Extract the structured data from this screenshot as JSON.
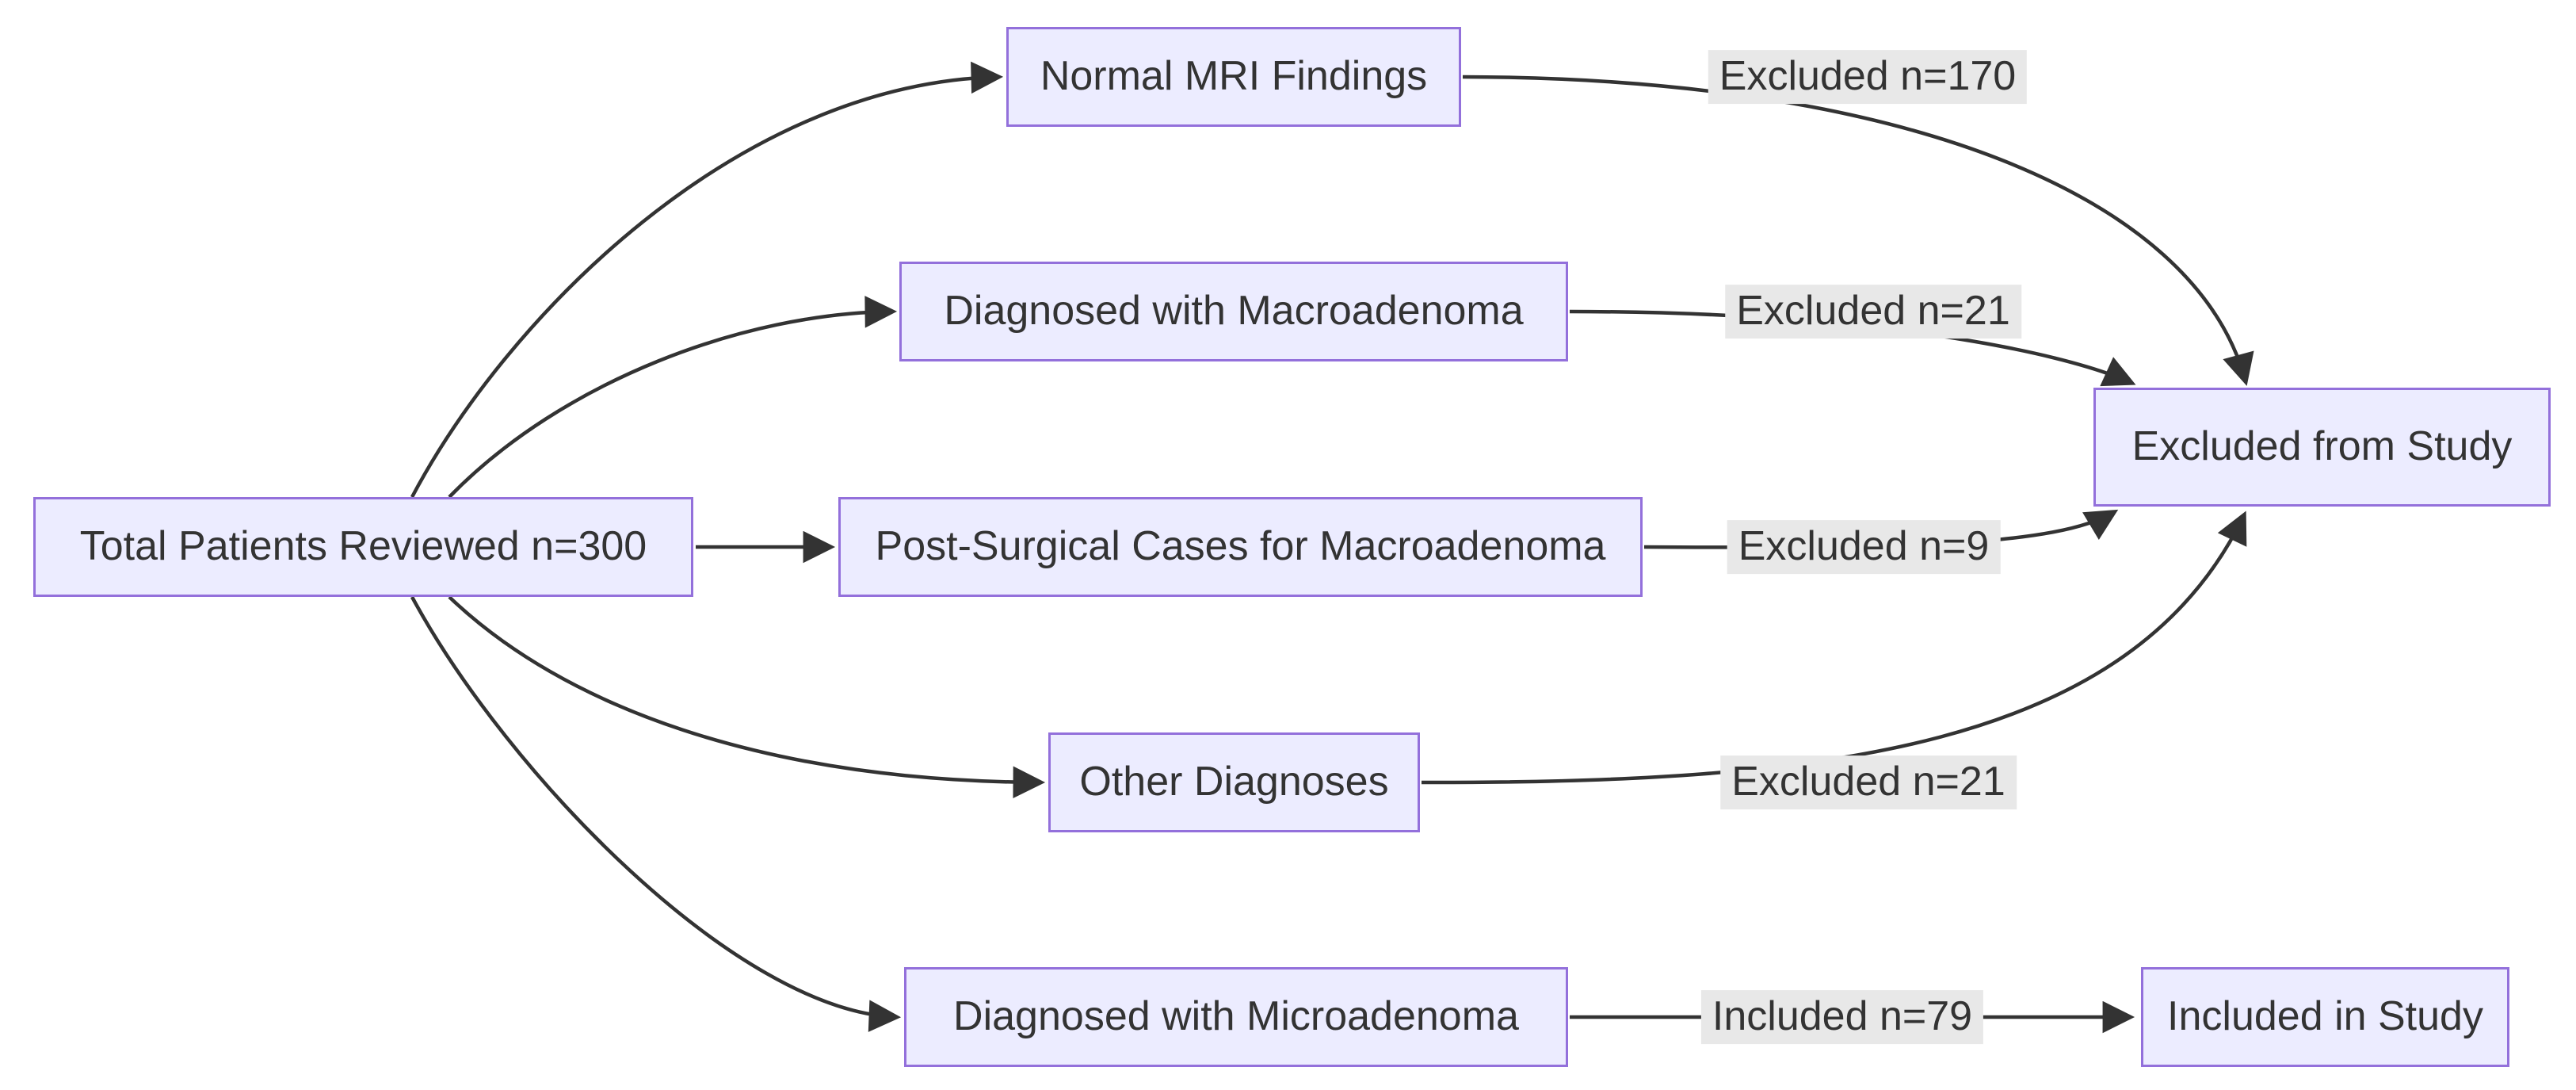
{
  "diagram": {
    "type": "flowchart",
    "direction": "left-to-right",
    "nodes": [
      {
        "id": "total",
        "label": "Total Patients Reviewed n=300"
      },
      {
        "id": "normal",
        "label": "Normal MRI Findings"
      },
      {
        "id": "macro",
        "label": "Diagnosed with Macroadenoma"
      },
      {
        "id": "postsurg",
        "label": "Post-Surgical Cases for Macroadenoma"
      },
      {
        "id": "other",
        "label": "Other Diagnoses"
      },
      {
        "id": "micro",
        "label": "Diagnosed with Microadenoma"
      },
      {
        "id": "excluded",
        "label": "Excluded from Study"
      },
      {
        "id": "included",
        "label": "Included in Study"
      }
    ],
    "edges": [
      {
        "from": "total",
        "to": "normal",
        "label": ""
      },
      {
        "from": "total",
        "to": "macro",
        "label": ""
      },
      {
        "from": "total",
        "to": "postsurg",
        "label": ""
      },
      {
        "from": "total",
        "to": "other",
        "label": ""
      },
      {
        "from": "total",
        "to": "micro",
        "label": ""
      },
      {
        "from": "normal",
        "to": "excluded",
        "label": "Excluded n=170"
      },
      {
        "from": "macro",
        "to": "excluded",
        "label": "Excluded n=21"
      },
      {
        "from": "postsurg",
        "to": "excluded",
        "label": "Excluded n=9"
      },
      {
        "from": "other",
        "to": "excluded",
        "label": "Excluded n=21"
      },
      {
        "from": "micro",
        "to": "included",
        "label": "Included n=79"
      }
    ],
    "colors": {
      "node_fill": "#ECECFF",
      "node_border": "#9370DB",
      "edge": "#333333",
      "edge_label_bg": "#e8e8e8",
      "text": "#333333",
      "background": "#ffffff"
    }
  }
}
